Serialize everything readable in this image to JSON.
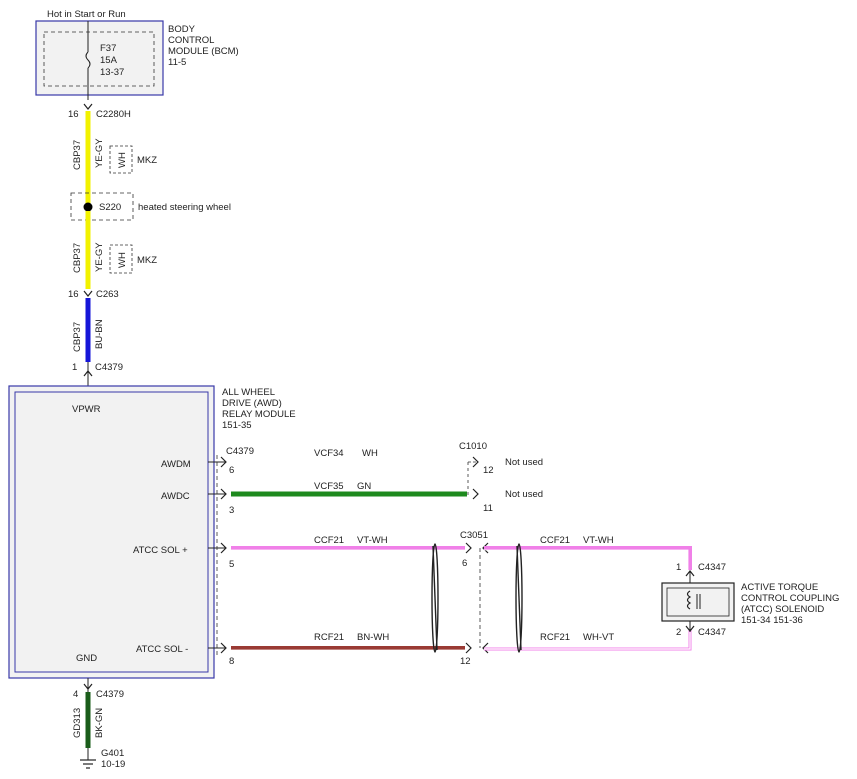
{
  "power": {
    "supply_note": "Hot in Start or Run"
  },
  "bcm": {
    "name_line1": "BODY",
    "name_line2": "CONTROL",
    "name_line3": "MODULE (BCM)",
    "ref": "11-5",
    "fuse_id": "F37",
    "fuse_rating": "15A",
    "fuse_ref": "13-37"
  },
  "connectors": {
    "c2280h_pin": "16",
    "c2280h": "C2280H",
    "splice": "S220",
    "splice_note": "heated steering wheel",
    "c263_pin": "16",
    "c263": "C263",
    "c4379_in_pin": "1",
    "c4379_in": "C4379",
    "c4379_out_pin": "4",
    "c4379_out": "C4379",
    "ground": "G401",
    "ground_ref": "10-19"
  },
  "wires": {
    "upper": {
      "circuit": "CBP37",
      "color": "YE-GY",
      "alt_color": "WH",
      "alt_note": "MKZ"
    },
    "lower": {
      "circuit": "CBP37",
      "color": "YE-GY",
      "alt_color": "WH",
      "alt_note": "MKZ"
    },
    "feed": {
      "circuit": "CBP37",
      "color": "BU-BN"
    },
    "ground": {
      "circuit": "GD313",
      "color": "BK-GN"
    }
  },
  "awd_module": {
    "name_line1": "ALL WHEEL",
    "name_line2": "DRIVE (AWD)",
    "name_line3": "RELAY MODULE",
    "ref": "151-35",
    "vpwr": "VPWR",
    "gnd": "GND",
    "pins": [
      {
        "label": "AWDM",
        "pin": "6"
      },
      {
        "label": "AWDC",
        "pin": "3"
      },
      {
        "label": "ATCC SOL +",
        "pin": "5"
      },
      {
        "label": "ATCC SOL -",
        "pin": "8"
      }
    ],
    "connector": "C4379"
  },
  "circuits": {
    "vcf34": "VCF34",
    "vcf34_color": "WH",
    "vcf35": "VCF35",
    "vcf35_color": "GN",
    "ccf21_a": "CCF21",
    "ccf21_a_color": "VT-WH",
    "rcf21_a": "RCF21",
    "rcf21_a_color": "BN-WH",
    "ccf21_b": "CCF21",
    "ccf21_b_color": "VT-WH",
    "rcf21_b": "RCF21",
    "rcf21_b_color": "WH-VT"
  },
  "c1010": {
    "name": "C1010",
    "pin_a": "12",
    "pin_b": "11",
    "note_a": "Not used",
    "note_b": "Not used"
  },
  "c3051": {
    "name": "C3051",
    "pin_a": "6",
    "pin_b": "12"
  },
  "atcc": {
    "name_line1": "ACTIVE TORQUE",
    "name_line2": "CONTROL COUPLING",
    "name_line3": "(ATCC) SOLENOID",
    "ref": "151-34  151-36",
    "pin_a": "1",
    "conn_a": "C4347",
    "pin_b": "2",
    "conn_b": "C4347"
  },
  "colors": {
    "yellow": "#f2f200",
    "blue": "#1616d8",
    "green": "#1e8a1e",
    "dark_green": "#1a5c1a",
    "pink": "#f080e8",
    "brown": "#9a3a34",
    "module_fill": "#f2f2f2",
    "module_border": "#3838a8"
  }
}
